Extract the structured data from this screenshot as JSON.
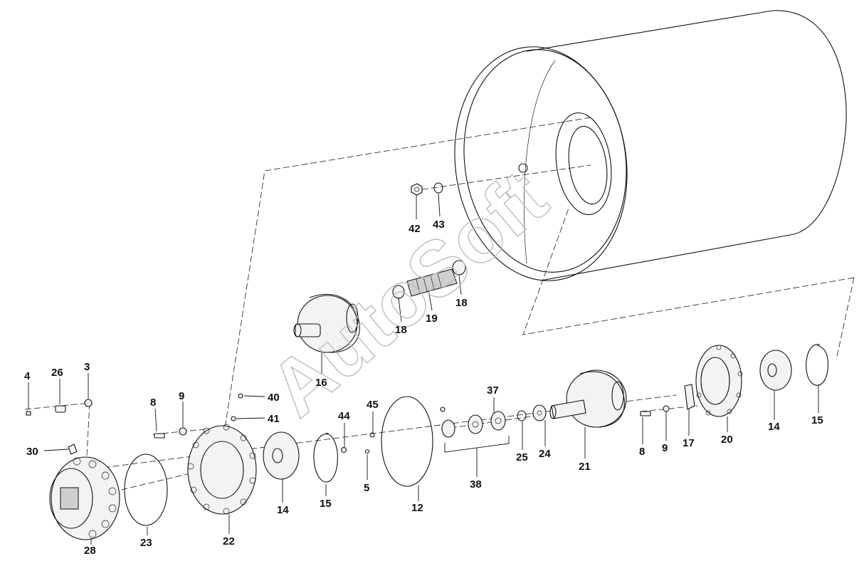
{
  "watermark": "AutoSoft",
  "callouts": {
    "n4": "4",
    "n26": "26",
    "n3": "3",
    "n30": "30",
    "n28": "28",
    "n8a": "8",
    "n9a": "9",
    "n23": "23",
    "n40": "40",
    "n41": "41",
    "n22": "22",
    "n14a": "14",
    "n15a": "15",
    "n44": "44",
    "n45": "45",
    "n5": "5",
    "n12": "12",
    "n37": "37",
    "n38": "38",
    "n25": "25",
    "n24": "24",
    "n21": "21",
    "n8b": "8",
    "n9b": "9",
    "n17": "17",
    "n20": "20",
    "n14b": "14",
    "n15b": "15",
    "n16": "16",
    "n18a": "18",
    "n19": "19",
    "n18b": "18",
    "n42": "42",
    "n43": "43"
  }
}
